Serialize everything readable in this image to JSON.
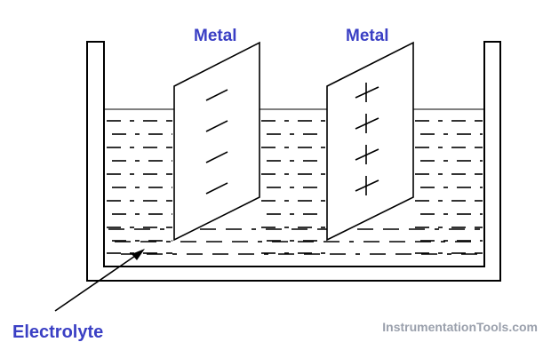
{
  "labels": {
    "metal_left": "Metal",
    "metal_right": "Metal",
    "electrolyte": "Electrolyte"
  },
  "watermark": "InstrumentationTools.com",
  "plates": {
    "left": {
      "charge": "negative",
      "marks": 4
    },
    "right": {
      "charge": "positive",
      "marks": 4
    }
  },
  "colors": {
    "label": "#3a3fc4",
    "watermark": "#9aa0ac",
    "line": "#000000"
  }
}
